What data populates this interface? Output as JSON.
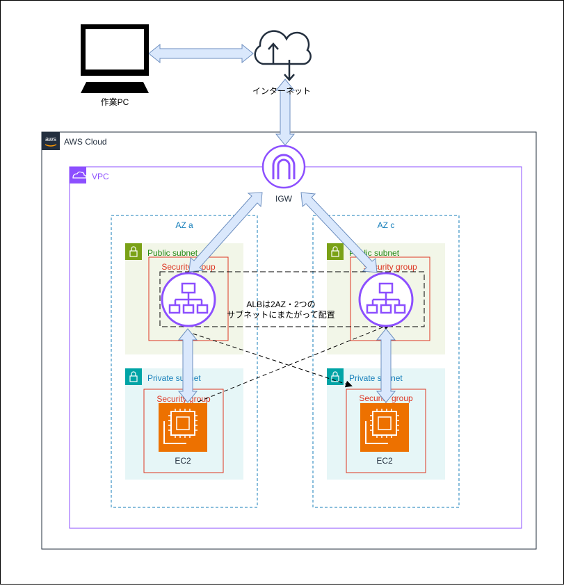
{
  "labels": {
    "pc": "作業PC",
    "internet": "インターネット",
    "aws_cloud": "AWS Cloud",
    "vpc": "VPC",
    "igw": "IGW",
    "az_a": "AZ a",
    "az_c": "AZ c",
    "public_subnet": "Public subnet",
    "private_subnet": "Private subnet",
    "security_group": "Security group",
    "ec2": "EC2",
    "alb_note_line1": "ALBは2AZ・2つの",
    "alb_note_line2": "サブネットにまたがって配置",
    "aws_logo": "aws"
  },
  "colors": {
    "aws_border": "#232f3e",
    "vpc_border": "#8c4fff",
    "az_border": "#147eba",
    "public_fill": "#f2f6e8",
    "public_accent": "#7aa116",
    "private_fill": "#e6f6f7",
    "private_accent": "#00a4a6",
    "sg_border": "#dd3522",
    "ec2_fill": "#ed7100",
    "arrow_fill": "#dae8fc",
    "arrow_stroke": "#6c8ebf",
    "purple_icon": "#8c4fff"
  },
  "icons": {
    "pc": "monitor-icon",
    "internet": "cloud-upload-download-icon",
    "igw": "internet-gateway-icon",
    "alb": "load-balancer-icon",
    "ec2": "ec2-instance-icon",
    "lock": "lock-icon"
  }
}
